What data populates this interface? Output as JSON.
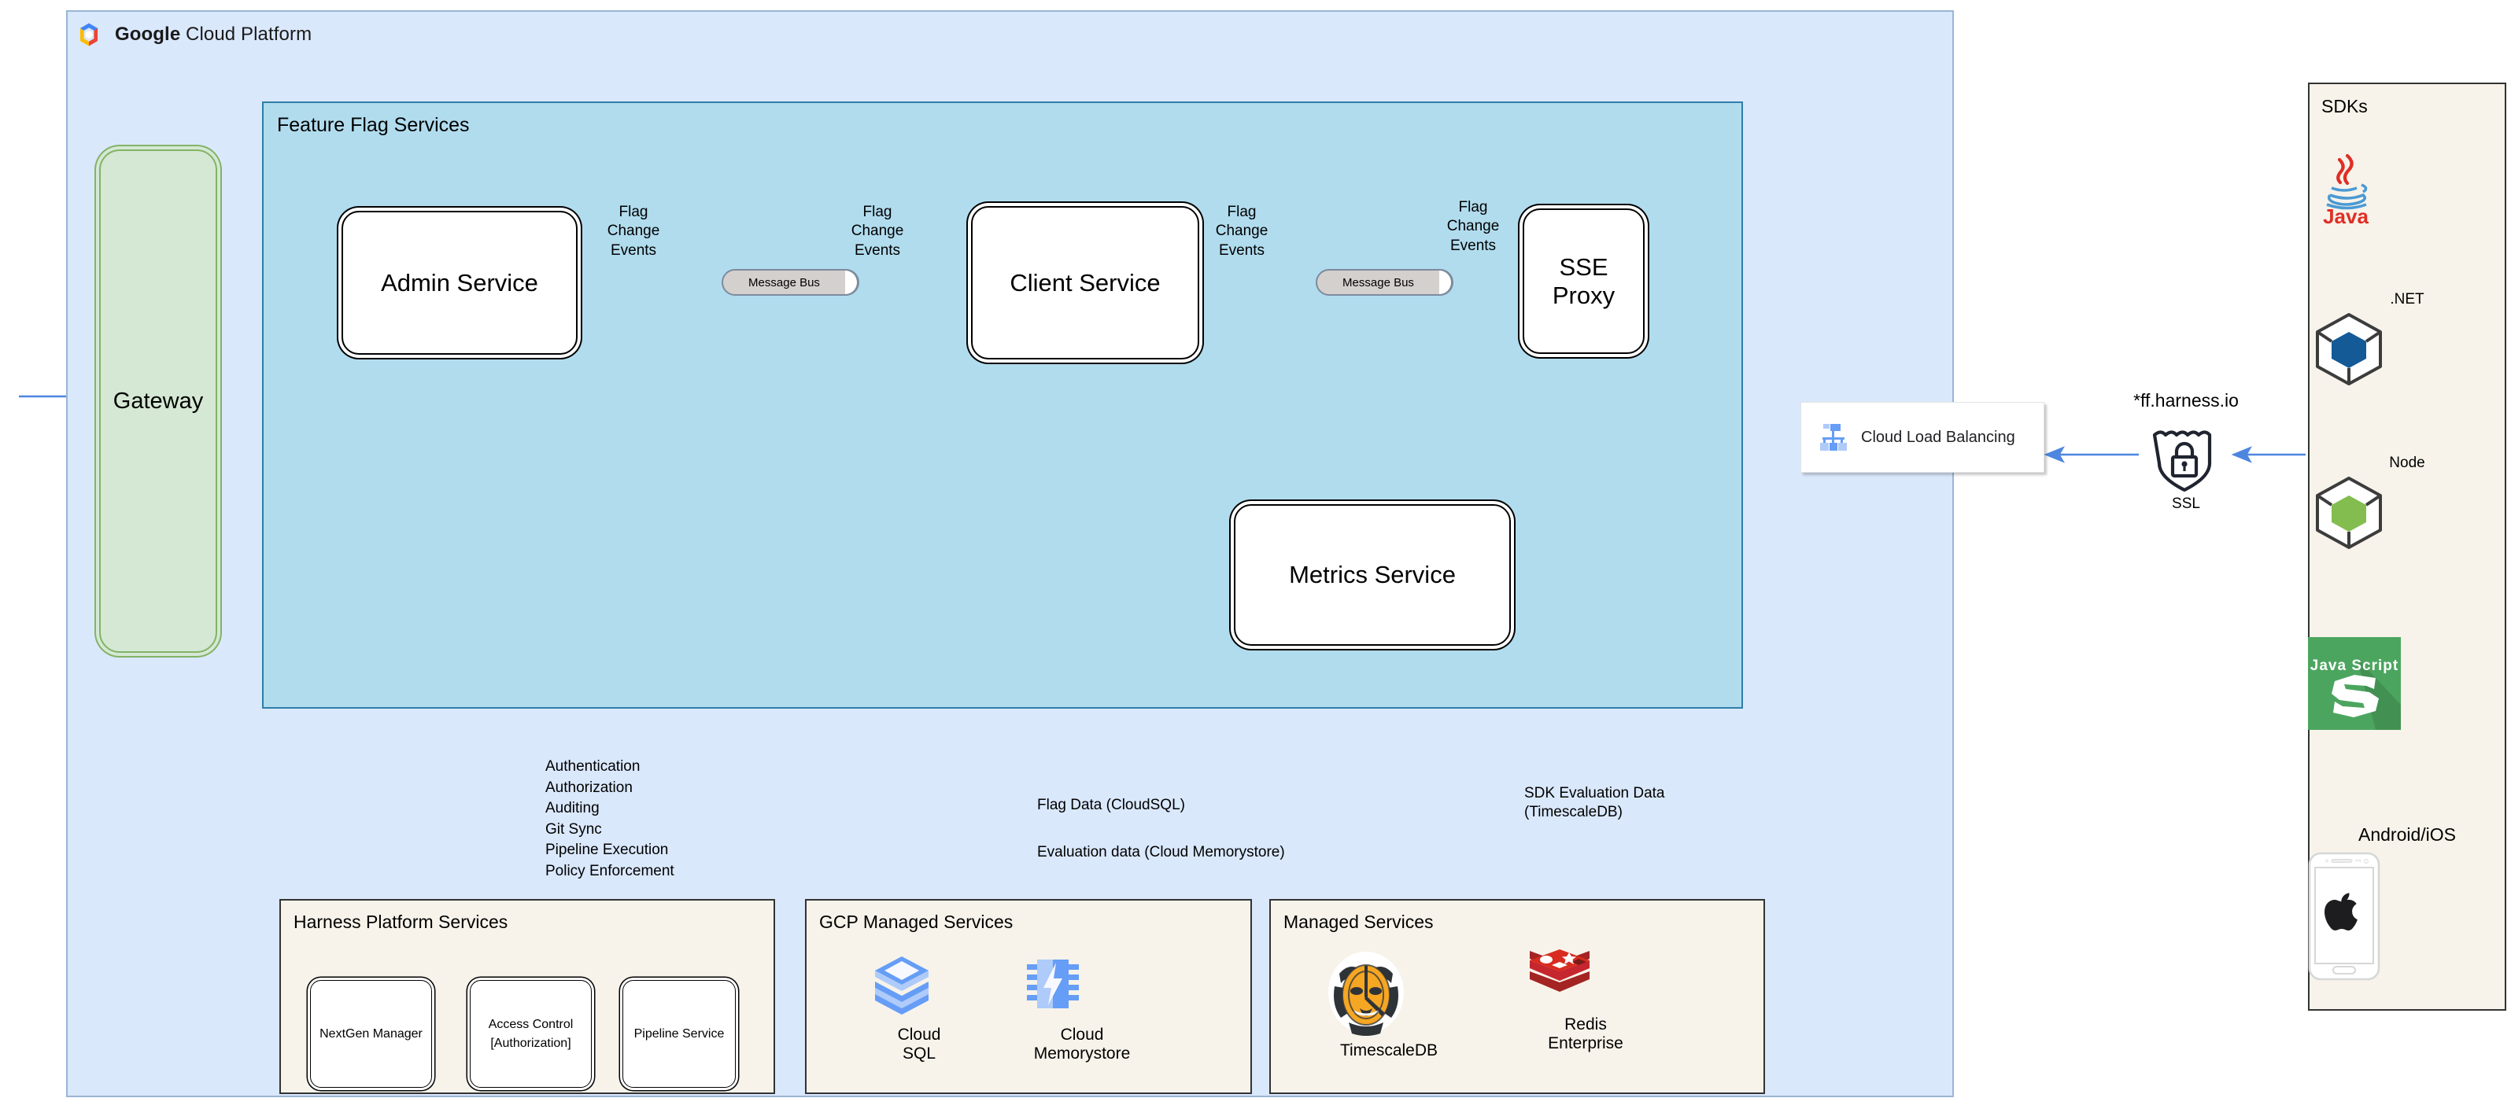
{
  "gcp": {
    "title_bold": "Google",
    "title_rest": " Cloud Platform",
    "logo_icon": "google-cloud-logo-icon"
  },
  "feature_flag_services": {
    "title": "Feature Flag Services",
    "services": [
      {
        "id": "admin",
        "label": "Admin Service"
      },
      {
        "id": "client",
        "label": "Client Service"
      },
      {
        "id": "sse",
        "label": "SSE\nProxy"
      },
      {
        "id": "metrics",
        "label": "Metrics Service"
      }
    ],
    "message_buses": [
      {
        "id": "bus-1",
        "label": "Message Bus"
      },
      {
        "id": "bus-2",
        "label": "Message Bus"
      }
    ],
    "edge_labels": [
      "Flag\nChange\nEvents",
      "Flag\nChange\nEvents",
      "Flag\nChange\nEvents",
      "Flag\nChange\nEvents"
    ]
  },
  "gateway": {
    "label": "Gateway"
  },
  "load_balancer": {
    "label": "Cloud Load Balancing",
    "icon": "cloud-load-balancing-icon"
  },
  "edge": {
    "domain": "*ff.harness.io",
    "ssl_label": "SSL",
    "ssl_icon": "ssl-shield-lock-icon"
  },
  "notes": {
    "platform": "Authentication\nAuthorization\nAuditing\nGit Sync\nPipeline Execution\nPolicy Enforcement",
    "gcp_data_line1": "Flag Data (CloudSQL)",
    "gcp_data_line2": "Evaluation data (Cloud Memorystore)",
    "sdk_data": "SDK Evaluation Data\n(TimescaleDB)"
  },
  "panels": [
    {
      "id": "harness",
      "title": "Harness Platform Services",
      "items": [
        {
          "label": "NextGen Manager"
        },
        {
          "label": "Access Control\n[Authorization]"
        },
        {
          "label": "Pipeline Service"
        }
      ]
    },
    {
      "id": "gcp-managed",
      "title": "GCP Managed Services",
      "items": [
        {
          "label": "Cloud\nSQL",
          "icon": "cloud-sql-icon"
        },
        {
          "label": "Cloud\nMemorystore",
          "icon": "cloud-memorystore-icon"
        }
      ]
    },
    {
      "id": "managed",
      "title": "Managed Services",
      "items": [
        {
          "label": "TimescaleDB",
          "icon": "timescaledb-tiger-icon"
        },
        {
          "label": "Redis\nEnterprise",
          "icon": "redis-icon"
        }
      ]
    }
  ],
  "sdks": {
    "title": "SDKs",
    "items": [
      {
        "id": "java",
        "caption": "",
        "icon": "java-logo-icon"
      },
      {
        "id": "net",
        "caption": ".NET",
        "icon": "dotnet-cube-icon"
      },
      {
        "id": "node",
        "caption": "Node",
        "icon": "node-cube-icon"
      },
      {
        "id": "js",
        "caption": "",
        "icon": "javascript-logo-icon"
      },
      {
        "id": "mobile",
        "caption": "Android/iOS",
        "icon": "mobile-phone-apple-icon"
      }
    ]
  },
  "colors": {
    "gcp_region": "#dae8fc",
    "ffs_region": "#b1dcee",
    "gateway": "#d5e8d4",
    "panel": "#f7f3ea",
    "arrow_blue": "#4d86e0",
    "arrow_black": "#000000",
    "redis_red": "#c6262e",
    "timescale_orange": "#f5a623",
    "node_green": "#83bd4f",
    "dotnet_blue": "#145a96",
    "js_green": "#4ca55f"
  }
}
